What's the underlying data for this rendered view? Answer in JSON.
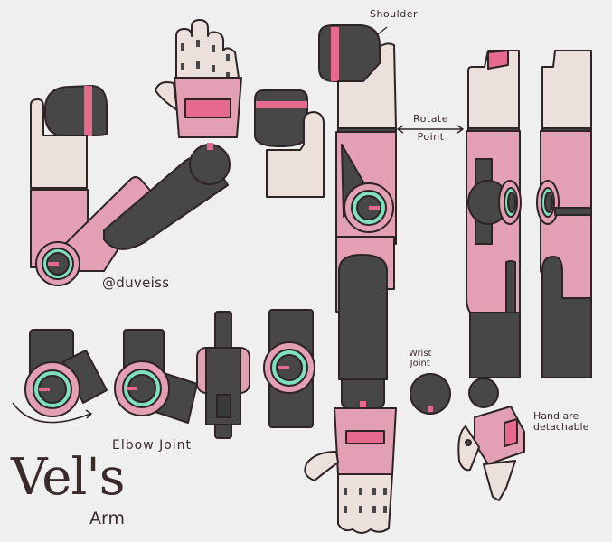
{
  "sheet": {
    "title": "Vel's",
    "subtitle": "Arm",
    "artist_handle": "@duveiss"
  },
  "annotations": {
    "shoulder": "Shoulder",
    "rotate_point_line1": "Rotate",
    "rotate_point_line2": "Point",
    "wrist_joint_line1": "Wrist",
    "wrist_joint_line2": "Joint",
    "elbow_joint": "Elbow Joint",
    "hand_detachable_line1": "Hand are",
    "hand_detachable_line2": "detachable"
  },
  "palette": {
    "background": "#efefef",
    "outline": "#2e2325",
    "pink": "#e3a0b4",
    "pink_accent": "#e56a8e",
    "dark_gray": "#474747",
    "cream": "#ebe0dc",
    "mint": "#7fe0c0"
  }
}
